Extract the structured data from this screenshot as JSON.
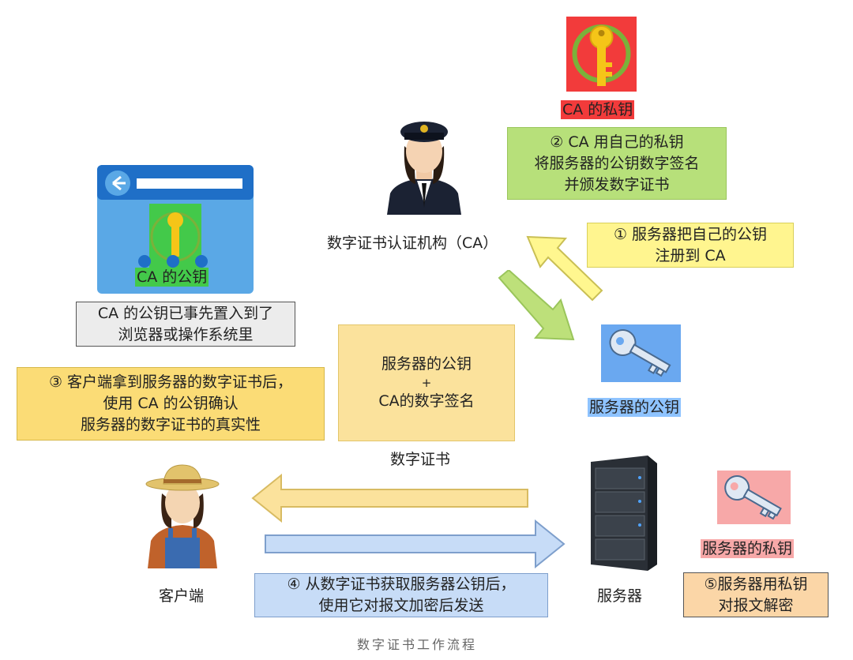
{
  "ca_private_key_label": "CA 的私钥",
  "step2": [
    "② CA 用自己的私钥",
    "将服务器的公钥数字签名",
    "并颁发数字证书"
  ],
  "ca_org_label": "数字证书认证机构（CA）",
  "step1": [
    "① 服务器把自己的公钥",
    "注册到 CA"
  ],
  "browser_key_label": "CA 的公钥",
  "preinstalled_note": [
    "CA 的公钥已事先置入到了",
    "浏览器或操作系统里"
  ],
  "step3": [
    "③ 客户端拿到服务器的数字证书后，",
    "使用 CA 的公钥确认",
    "服务器的数字证书的真实性"
  ],
  "certificate_box": [
    "服务器的公钥",
    "+",
    "CA的数字签名"
  ],
  "certificate_label": "数字证书",
  "server_public_key_label": "服务器的公钥",
  "client_label": "客户端",
  "server_label": "服务器",
  "server_private_key_label": "服务器的私钥",
  "step4": [
    "④ 从数字证书获取服务器公钥后，",
    "使用它对报文加密后发送"
  ],
  "step5": [
    "⑤服务器用私钥",
    "对报文解密"
  ],
  "caption": "数字证书工作流程",
  "colors": {
    "green_box": "#b7e07a",
    "yellow_box": "#fff58f",
    "orange_box": "#fbdc76",
    "cert_box": "#fbe29c",
    "blue_box": "#c7dcf7",
    "peach_box": "#fbd6a7",
    "red_highlight": "#f23b3b",
    "blue_highlight": "#8ec3ff",
    "pink_highlight": "#f7a8a8"
  }
}
